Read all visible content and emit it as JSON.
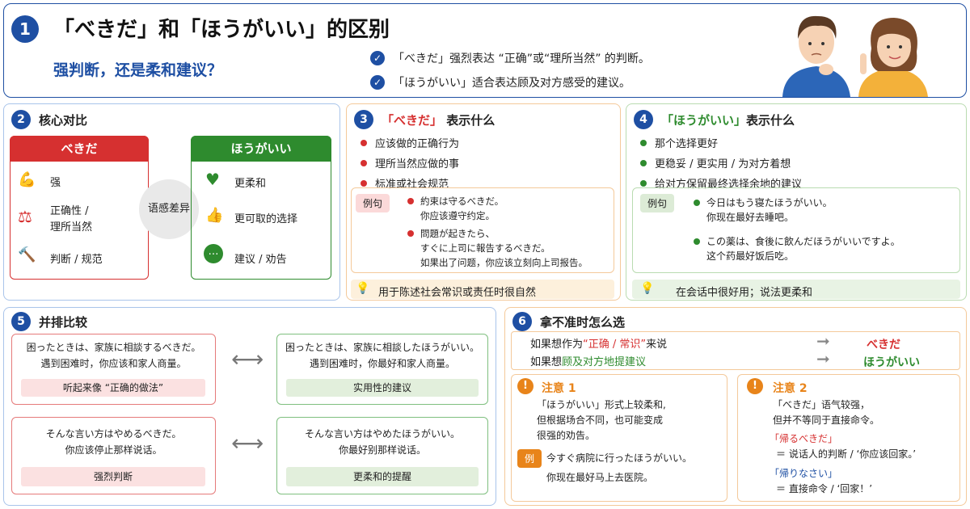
{
  "header": {
    "num": "1",
    "title": "「べきだ」和「ほうがいい」的区别",
    "subtitle": "强判断，还是柔和建议？",
    "checks": [
      "「べきだ」强烈表达 “正确”或“理所当然” 的判断。",
      "「ほうがいい」适合表达顾及对方感受的建议。"
    ]
  },
  "s2": {
    "num": "2",
    "title": "核心对比",
    "left_head": "べきだ",
    "left_items": [
      "强",
      "正确性 /\n理所当然",
      "判断 / 规范"
    ],
    "middle": "语感差异",
    "right_head": "ほうがいい",
    "right_items": [
      "更柔和",
      "更可取的选择",
      "建议 / 劝告"
    ]
  },
  "s3": {
    "num": "3",
    "title_q": "「べきだ」",
    "title_rest": "表示什么",
    "bullets": [
      "应该做的正确行为",
      "理所当然应做的事",
      "标准或社会规范"
    ],
    "ex_tag": "例句",
    "examples": [
      {
        "jp": "約束は守るべきだ。",
        "cn": "你应该遵守约定。"
      },
      {
        "jp": "問題が起きたら、\nすぐに上司に報告するべきだ。",
        "cn": "如果出了问题，你应该立刻向上司报告。"
      }
    ],
    "tip": "用于陈述社会常识或责任时很自然"
  },
  "s4": {
    "num": "4",
    "title_q": "「ほうがいい」",
    "title_rest": "表示什么",
    "bullets": [
      "那个选择更好",
      "更稳妥 / 更实用 / 为对方着想",
      "给对方保留最终选择余地的建议"
    ],
    "ex_tag": "例句",
    "examples": [
      {
        "jp": "今日はもう寝たほうがいい。",
        "cn": "你现在最好去睡吧。"
      },
      {
        "jp": "この薬は、食後に飲んだほうがいいですよ。",
        "cn": "这个药最好饭后吃。"
      }
    ],
    "tip": "在会话中很好用；说法更柔和"
  },
  "s5": {
    "num": "5",
    "title": "并排比较",
    "pairs": [
      {
        "l_jp": "困ったときは、家族に相談するべきだ。",
        "l_cn": "遇到困难时，你应该和家人商量。",
        "l_note": "听起来像 “正确的做法”",
        "r_jp": "困ったときは、家族に相談したほうがいい。",
        "r_cn": "遇到困难时，你最好和家人商量。",
        "r_note": "实用性的建议"
      },
      {
        "l_jp": "そんな言い方はやめるべきだ。",
        "l_cn": "你应该停止那样说话。",
        "l_note": "强烈判断",
        "r_jp": "そんな言い方はやめたほうがいい。",
        "r_cn": "你最好别那样说话。",
        "r_note": "更柔和的提醒"
      }
    ]
  },
  "s6": {
    "num": "6",
    "title": "拿不准时怎么选",
    "row1_a": "如果想作为",
    "row1_q": "“正确 / 常识”",
    "row1_b": "来说",
    "row1_ans": "べきだ",
    "row2_a": "如果想",
    "row2_q": "顾及对方地提建议",
    "row2_ans": "ほうがいい",
    "note1": {
      "title": "注意 1",
      "lines": [
        "「ほうがいい」形式上较柔和,",
        "但根据场合不同，也可能变成",
        "很强的劝告。"
      ],
      "ex_tag": "例",
      "ex_jp": "今すぐ病院に行ったほうがいい。",
      "ex_cn": "你现在最好马上去医院。"
    },
    "note2": {
      "title": "注意 2",
      "lines": [
        "「べきだ」语气较强，",
        "但并不等同于直接命令。"
      ],
      "q1": "「帰るべきだ」",
      "a1": "＝ 说话人的判断 / ‘你应该回家。’",
      "q2": "「帰りなさい」",
      "a2": "＝ 直接命令 / ‘回家！’"
    }
  },
  "colors": {
    "blue": "#1e4fa3",
    "red": "#d63030",
    "green": "#2e8b2e",
    "orange": "#e8841a"
  }
}
